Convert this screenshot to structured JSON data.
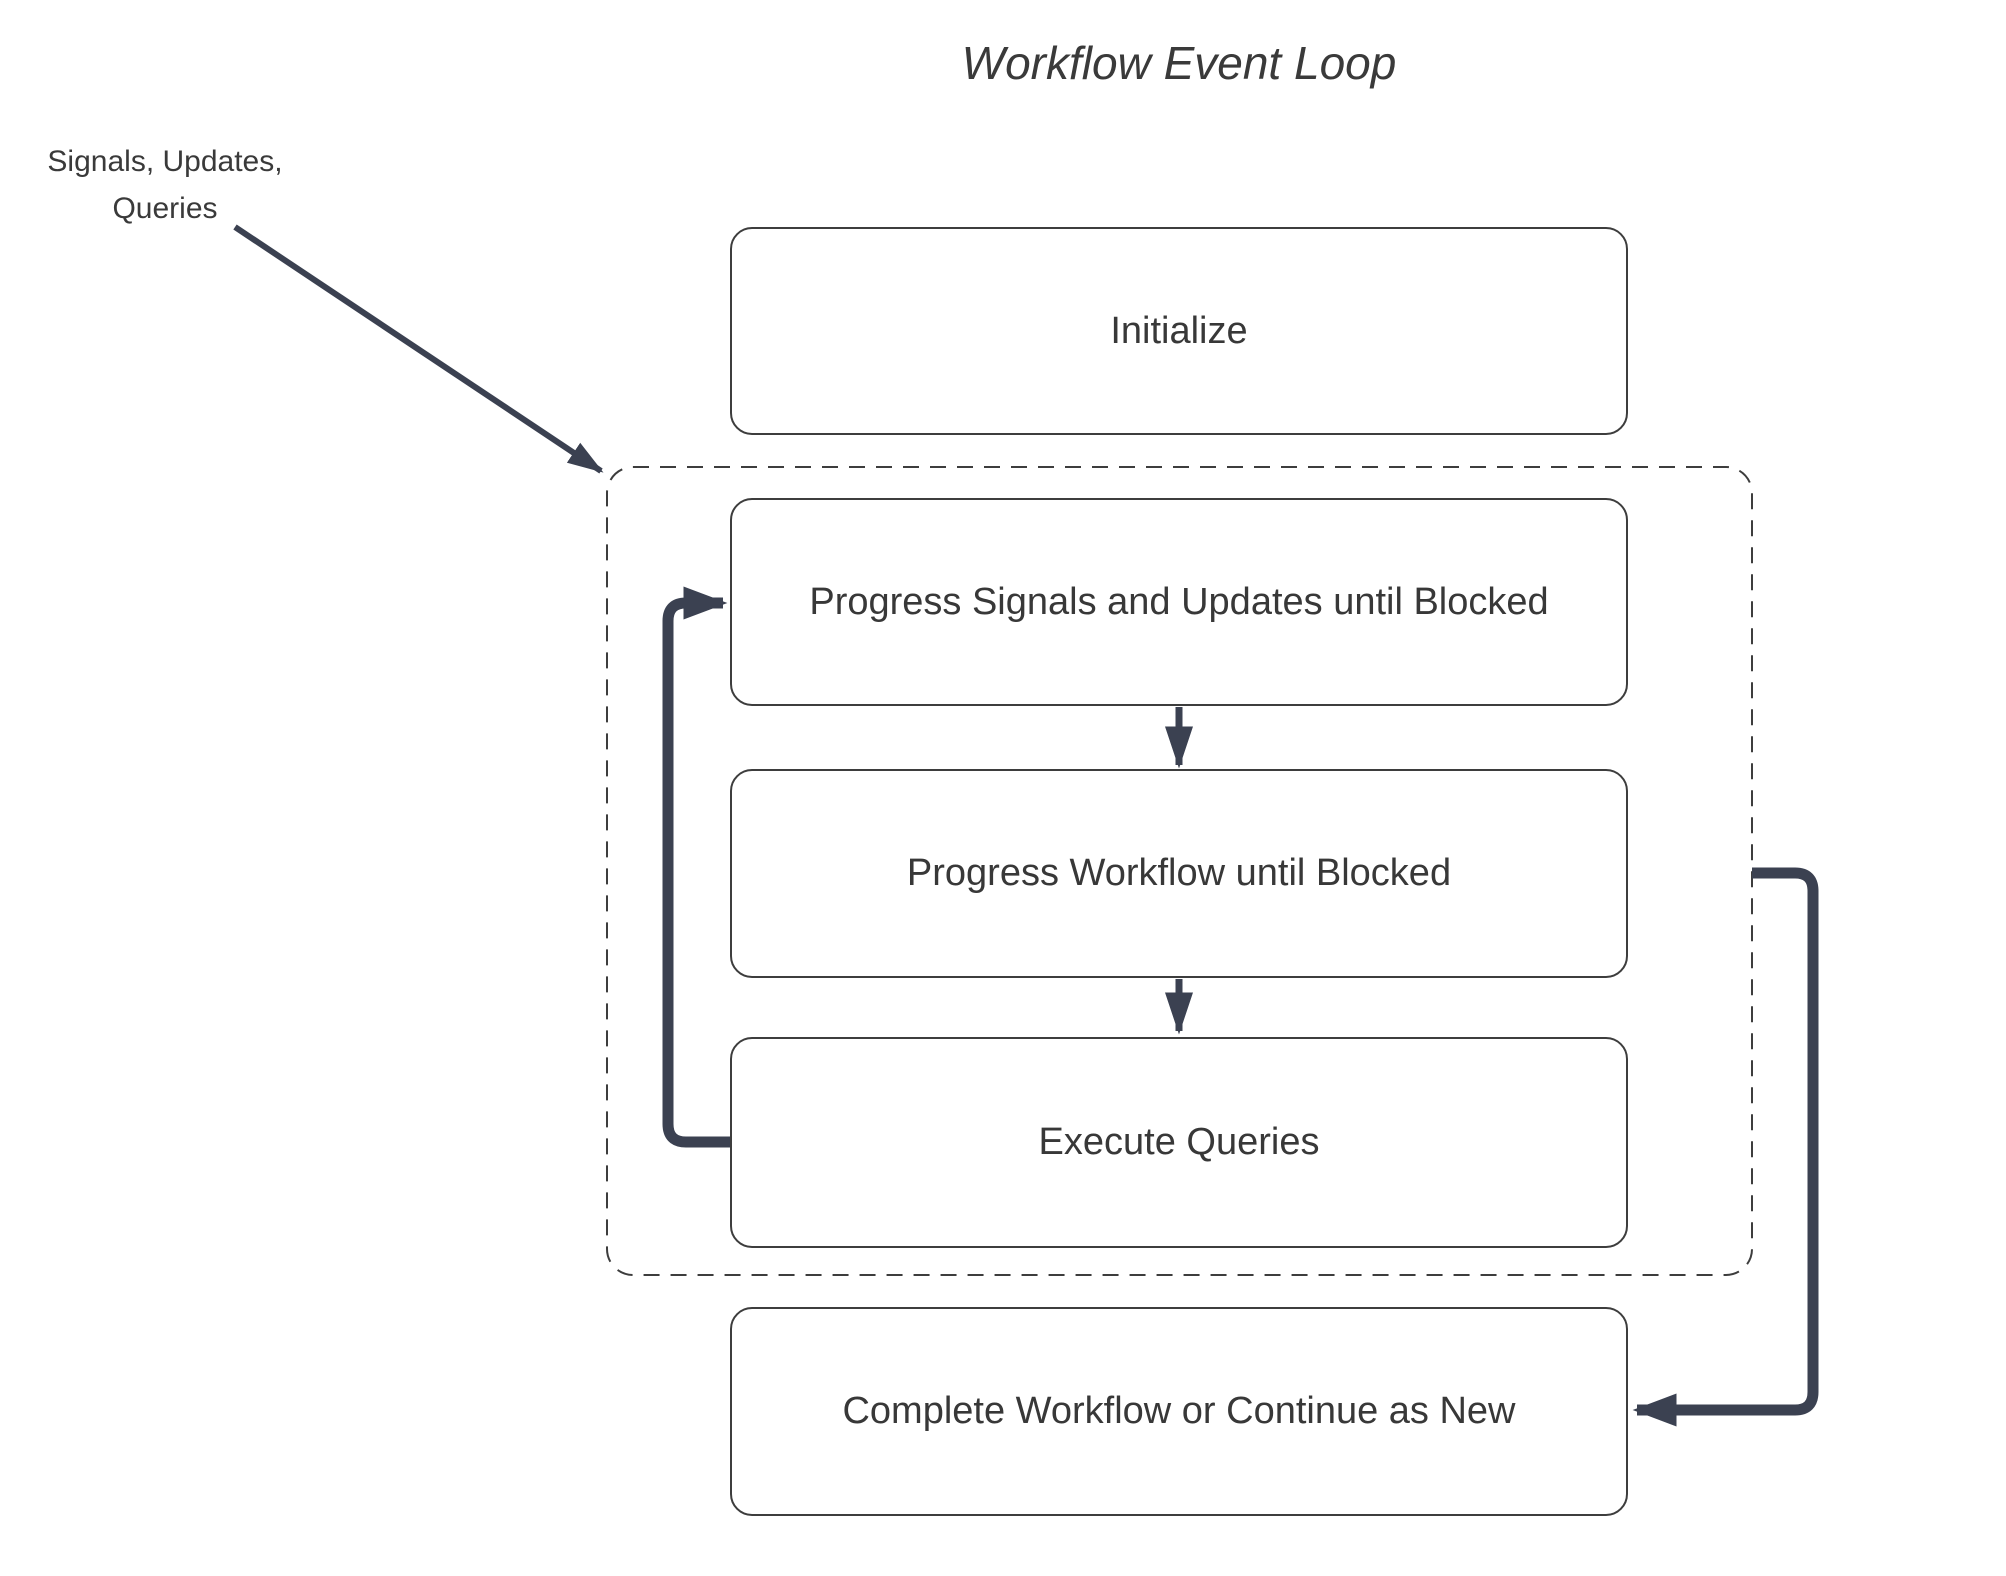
{
  "title": "Workflow Event Loop",
  "external_input": {
    "label": "Signals, Updates,\nQueries"
  },
  "nodes": {
    "initialize": {
      "label": "Initialize"
    },
    "progress_signals": {
      "label": "Progress Signals and Updates until Blocked"
    },
    "progress_workflow": {
      "label": "Progress Workflow until Blocked"
    },
    "execute_queries": {
      "label": "Execute Queries"
    },
    "complete": {
      "label": "Complete Workflow or Continue as New"
    }
  },
  "groups": {
    "event_loop": {
      "style": "dashed-boundary",
      "contains": [
        "progress_signals",
        "progress_workflow",
        "execute_queries"
      ]
    }
  },
  "edges": [
    {
      "from": "external-input-label",
      "to": "event-loop-boundary",
      "type": "straight-arrow"
    },
    {
      "from": "progress_signals",
      "to": "progress_workflow",
      "type": "down-arrow"
    },
    {
      "from": "progress_workflow",
      "to": "execute_queries",
      "type": "down-arrow"
    },
    {
      "from": "execute_queries",
      "to": "progress_signals",
      "type": "loop-back-left"
    },
    {
      "from": "event-loop-boundary",
      "to": "complete",
      "type": "elbow-right"
    }
  ],
  "colors": {
    "arrow": "#3b4151",
    "box_border": "#3d3d3d",
    "text": "#383838",
    "background": "#ffffff"
  }
}
